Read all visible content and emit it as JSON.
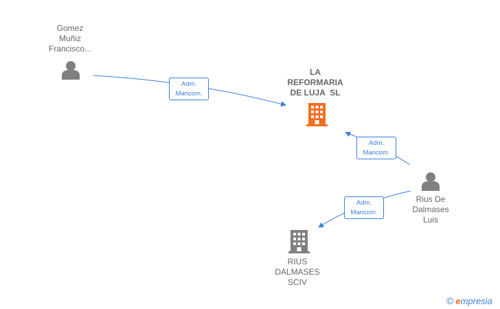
{
  "nodes": {
    "gomez": {
      "lines": [
        "Gomez",
        "Muñiz",
        "Francisco..."
      ],
      "kind": "person"
    },
    "reformaria": {
      "lines": [
        "LA",
        "REFORMARIA",
        "DE LUJA  SL"
      ],
      "kind": "company-main"
    },
    "rius_luis": {
      "lines": [
        "Rius De",
        "Dalmases",
        "Luis"
      ],
      "kind": "person"
    },
    "rius_sciv": {
      "lines": [
        "RIUS",
        "DALMASES",
        "SCIV"
      ],
      "kind": "company"
    }
  },
  "edges": [
    {
      "from": "gomez",
      "to": "reformaria",
      "label": [
        "Adm.",
        "Mancom."
      ]
    },
    {
      "from": "rius_luis",
      "to": "reformaria",
      "label": [
        "Adm.",
        "Mancom."
      ]
    },
    {
      "from": "rius_luis",
      "to": "rius_sciv",
      "label": [
        "Adm.",
        "Mancom."
      ]
    }
  ],
  "colors": {
    "edge": "#3b7dd8",
    "person_icon": "#808080",
    "main_company_icon": "#f26f21",
    "company_icon": "#808080",
    "label_text": "#666666"
  },
  "brand": {
    "copyright": "©",
    "initial": "e",
    "name": "mpresia"
  }
}
